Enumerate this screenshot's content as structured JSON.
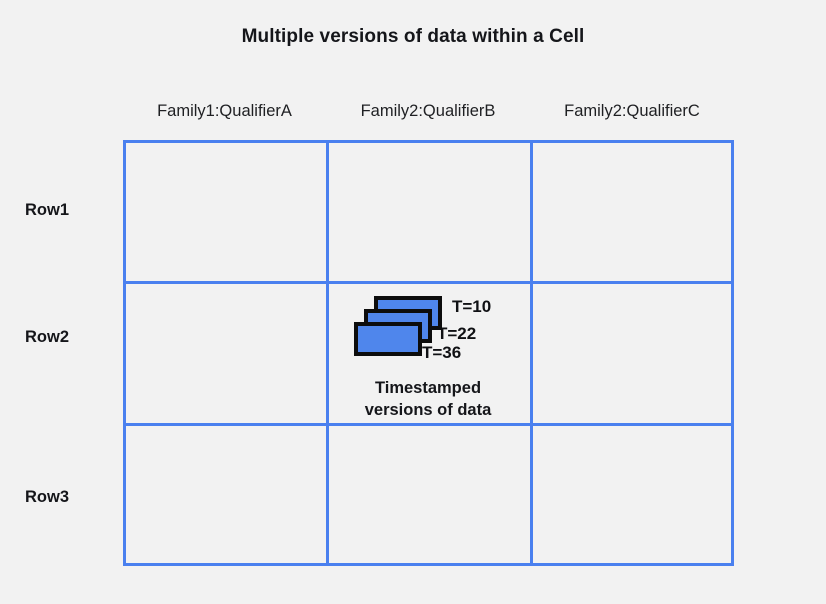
{
  "title": "Multiple versions of data within a Cell",
  "colors": {
    "background": "#f2f2f2",
    "grid_line": "#4a80ef",
    "card_fill": "#4f86ec",
    "card_border": "#0d0d0d",
    "text": "#15161a"
  },
  "table": {
    "column_headers": [
      "Family1:QualifierA",
      "Family2:QualifierB",
      "Family2:QualifierC"
    ],
    "row_labels": [
      "Row1",
      "Row2",
      "Row3"
    ]
  },
  "annotation": {
    "cell_row": "Row2",
    "cell_column": "Family2:QualifierB",
    "versions": [
      {
        "label": "T=10",
        "timestamp": 10
      },
      {
        "label": "T=22",
        "timestamp": 22
      },
      {
        "label": "T=36",
        "timestamp": 36
      }
    ],
    "caption_line1": "Timestamped",
    "caption_line2": "versions of data"
  }
}
